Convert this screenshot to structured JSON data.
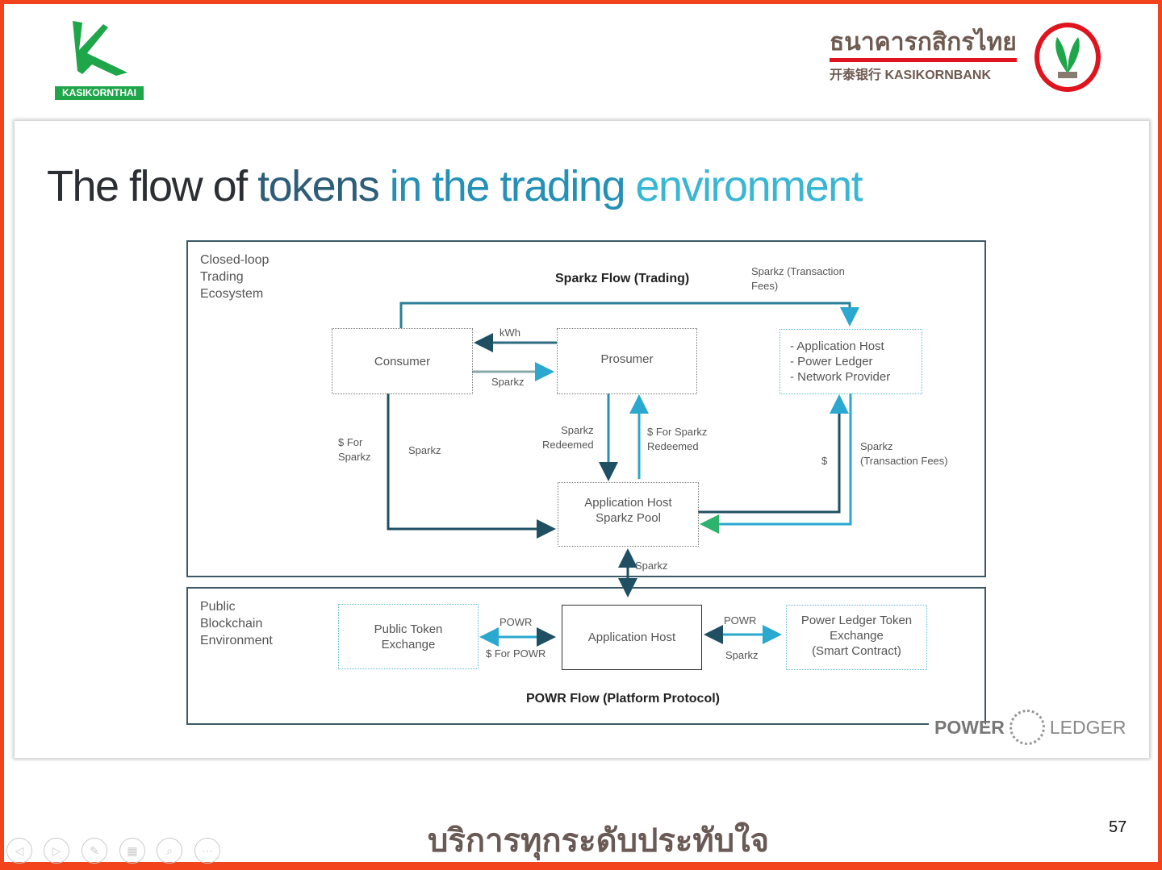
{
  "header": {
    "left_logo_text": "KASIKORNTHAI",
    "bank_name_thai": "ธนาคารกสิกรไทย",
    "bank_name_en": "开泰银行 KASIKORNBANK"
  },
  "slide": {
    "title_parts": [
      "The flow of",
      "tokens",
      "in the trading",
      "environment"
    ],
    "section_trading": "Closed-loop\nTrading\nEcosystem",
    "section_public": "Public\nBlockchain\nEnvironment",
    "sparkz_flow": "Sparkz Flow (Trading)",
    "powr_flow": "POWR Flow  (Platform Protocol)",
    "boxes": {
      "consumer": "Consumer",
      "prosumer": "Prosumer",
      "app_host_list": [
        "- Application Host",
        "- Power Ledger",
        "- Network Provider"
      ],
      "pool": [
        "Application Host",
        "Sparkz Pool"
      ],
      "public_exchange": [
        "Public Token",
        "Exchange"
      ],
      "app_host": "Application Host",
      "pl_exchange": [
        "Power Ledger Token",
        "Exchange",
        "(Smart Contract)"
      ]
    },
    "labels": {
      "tx_fees_top": "Sparkz (Transaction\nFees)",
      "kwh": "kWh",
      "sparkz_mid": "Sparkz",
      "for_sparkz": "$ For\nSparkz",
      "sparkz_left": "Sparkz",
      "sparkz_redeemed": "Sparkz\nRedeemed",
      "for_sparkz_redeemed": "$ For Sparkz\nRedeemed",
      "dollar": "$",
      "tx_fees_right": "Sparkz\n(Transaction Fees)",
      "sparkz_pool": "Sparkz",
      "powr_left": "POWR",
      "for_powr": "$ For POWR",
      "powr_right": "POWR",
      "sparkz_right": "Sparkz"
    },
    "logo_power": "POWER",
    "logo_ledger": "LEDGER"
  },
  "footer": {
    "slogan": "บริการทุกระดับประทับใจ",
    "page_number": "57",
    "controls": [
      "previous",
      "next",
      "pen",
      "slides",
      "zoom",
      "more"
    ]
  },
  "colors": {
    "border": "#f2431c",
    "dark_line": "#1f4f63",
    "teal": "#2aa8cf",
    "green": "#2db36b"
  }
}
